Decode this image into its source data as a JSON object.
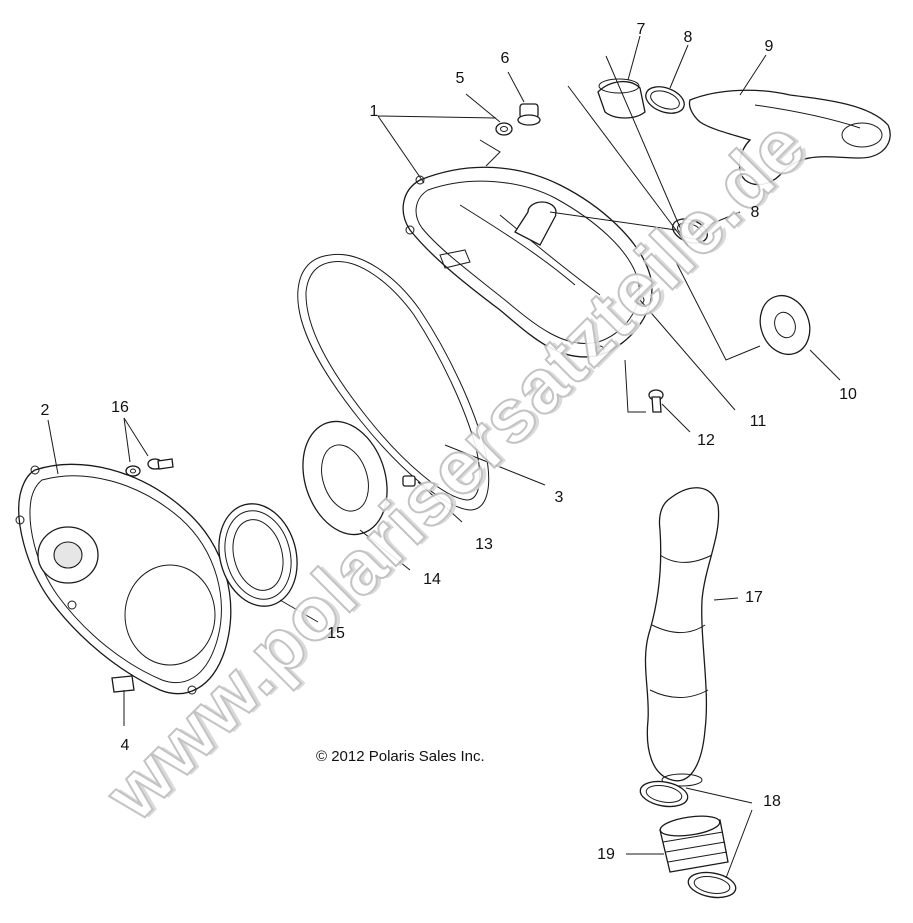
{
  "diagram": {
    "callouts": [
      {
        "id": "1",
        "label": "1"
      },
      {
        "id": "2",
        "label": "2"
      },
      {
        "id": "3",
        "label": "3"
      },
      {
        "id": "4",
        "label": "4"
      },
      {
        "id": "5",
        "label": "5"
      },
      {
        "id": "6",
        "label": "6"
      },
      {
        "id": "7",
        "label": "7"
      },
      {
        "id": "8a",
        "label": "8"
      },
      {
        "id": "8b",
        "label": "8"
      },
      {
        "id": "9",
        "label": "9"
      },
      {
        "id": "10",
        "label": "10"
      },
      {
        "id": "11",
        "label": "11"
      },
      {
        "id": "12",
        "label": "12"
      },
      {
        "id": "13",
        "label": "13"
      },
      {
        "id": "14",
        "label": "14"
      },
      {
        "id": "15",
        "label": "15"
      },
      {
        "id": "16",
        "label": "16"
      },
      {
        "id": "17",
        "label": "17"
      },
      {
        "id": "18",
        "label": "18"
      },
      {
        "id": "19",
        "label": "19"
      }
    ],
    "copyright": "© 2012 Polaris Sales Inc.",
    "watermark": "www.polarisersatzteile.de"
  }
}
